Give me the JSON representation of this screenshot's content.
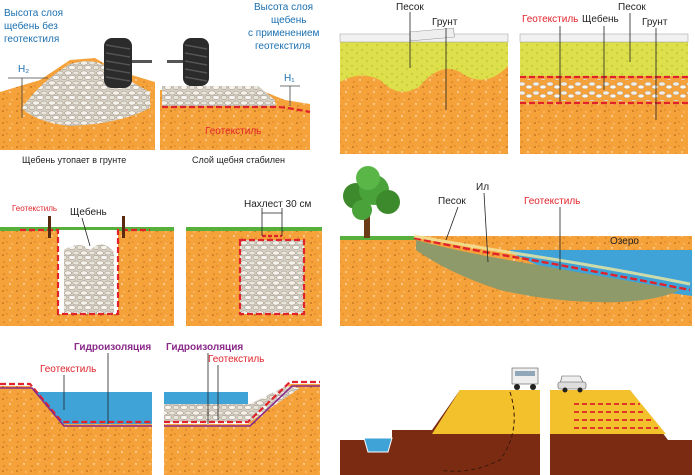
{
  "colors": {
    "soil": "#f6a23a",
    "soil_dark": "#ee8f22",
    "sand": "#dde04a",
    "water": "#3fa3d8",
    "geotextile": "#e0232b",
    "grass": "#58b03c",
    "waterproofing": "#8a2a8a",
    "road_brown": "#7b2b12",
    "road_yellow": "#f3c12b"
  },
  "panel1": {
    "left_title_line1": "Высота слоя",
    "left_title_line2": "щебень без",
    "left_title_line3": "геотекстиля",
    "right_title_line1": "Высота слоя",
    "right_title_line2": "щебень",
    "right_title_line3": "с применением",
    "right_title_line4": "геотекстиля",
    "h2_label": "H₂",
    "h1_label": "H₁",
    "geotextile_label": "Геотекстиль",
    "caption_left": "Щебень утопает в грунте",
    "caption_right": "Слой щебня стабилен"
  },
  "panel2": {
    "sand_label_left": "Песок",
    "soil_label_left": "Грунт",
    "geotextile_label": "Геотекстиль",
    "crushed_stone_label": "Щебень",
    "sand_label_right": "Песок",
    "soil_label_right": "Грунт"
  },
  "panel3": {
    "geotextile_label": "Геотекстиль",
    "crushed_stone_label": "Щебень",
    "overlap_label": "Нахлест 30 см"
  },
  "panel4": {
    "sand_label": "Песок",
    "silt_label": "Ил",
    "geotextile_label": "Геотекстиль",
    "lake_label": "Озеро"
  },
  "panel5": {
    "geotextile_label_left": "Геотекстиль",
    "waterproofing_label_left": "Гидроизоляция",
    "waterproofing_label_right": "Гидроизоляция",
    "geotextile_label_right": "Геотекстиль"
  }
}
